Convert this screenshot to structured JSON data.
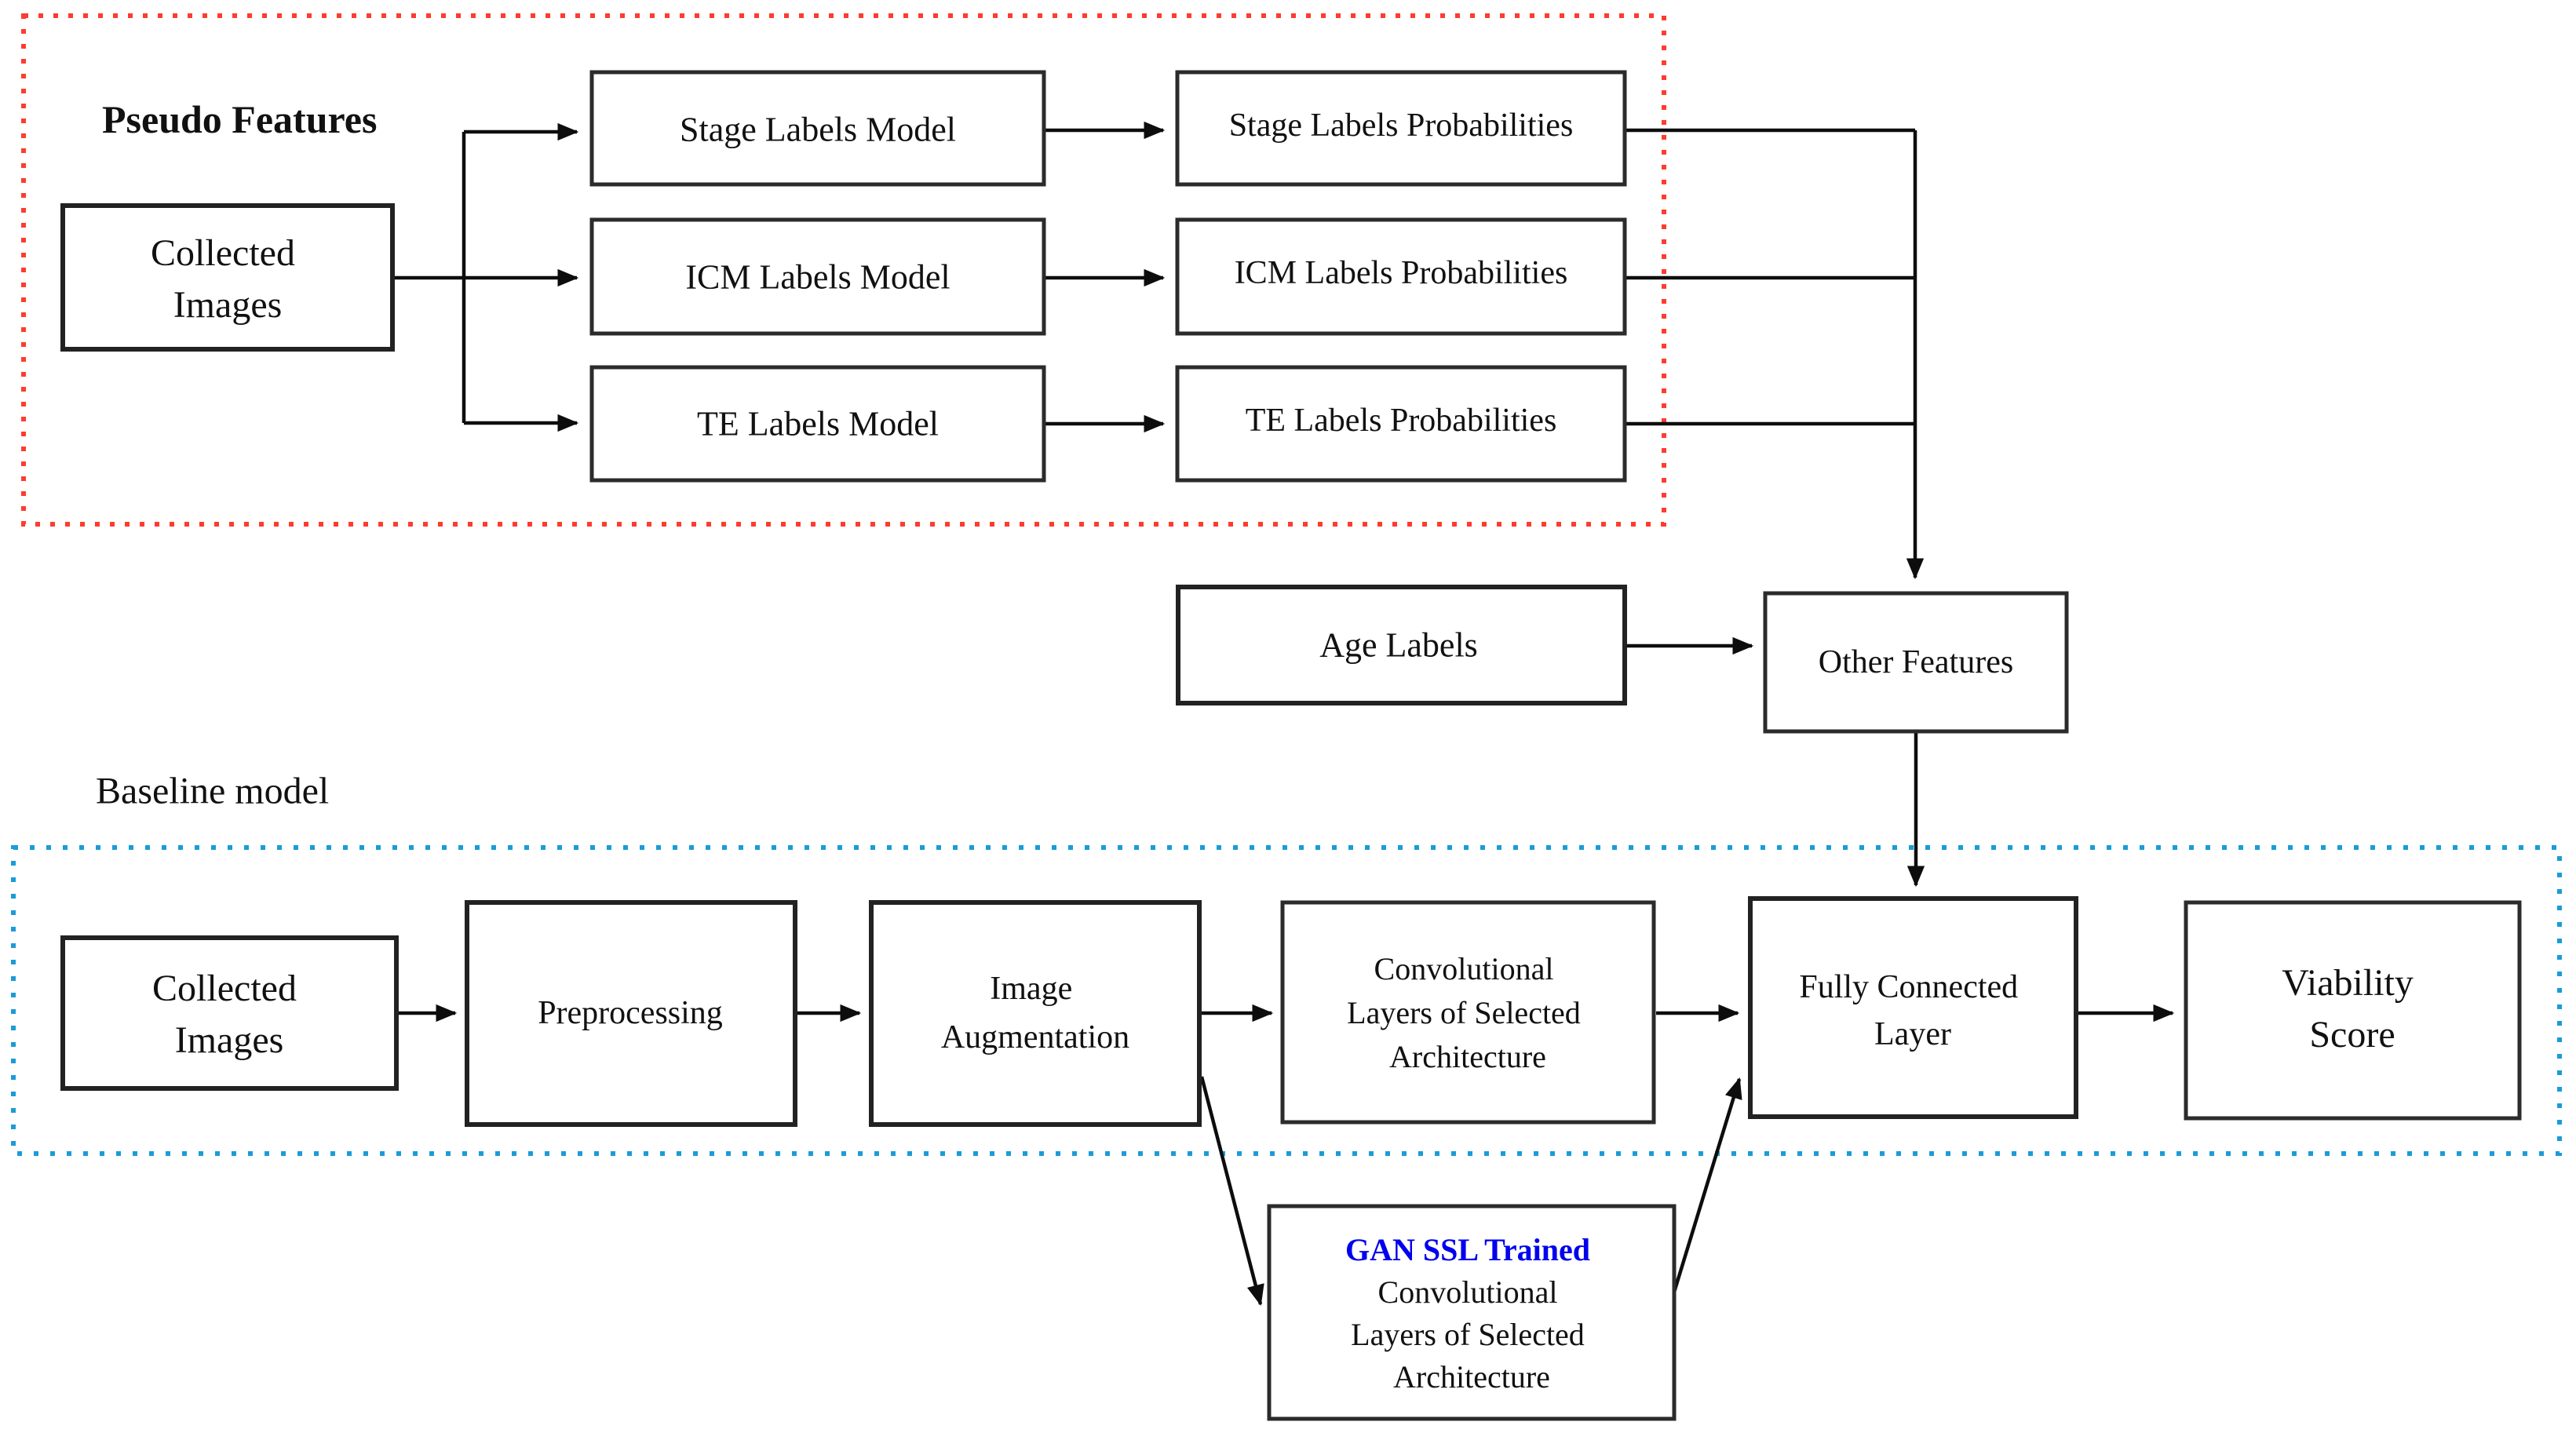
{
  "colors": {
    "pseudo_title": "#ff0000",
    "pseudo_border": "#ff3b30",
    "baseline_border": "#1a9cd8",
    "gan_highlight": "#0000ee",
    "box_border": "#2b2b2b",
    "arrow": "#0d0d0d",
    "text": "#111111",
    "background": "#ffffff"
  },
  "sections": {
    "pseudo": {
      "title": "Pseudo Features"
    },
    "baseline": {
      "title": "Baseline model"
    }
  },
  "nodes": {
    "collected_images_top": {
      "line1": "Collected",
      "line2": "Images"
    },
    "stage_labels_model": {
      "label": "Stage Labels Model"
    },
    "icm_labels_model": {
      "label": "ICM Labels Model"
    },
    "te_labels_model": {
      "label": "TE Labels Model"
    },
    "stage_labels_probabilities": {
      "label": "Stage Labels Probabilities"
    },
    "icm_labels_probabilities": {
      "label": "ICM Labels  Probabilities"
    },
    "te_labels_probabilities": {
      "label": "TE Labels  Probabilities"
    },
    "age_labels": {
      "label": "Age Labels"
    },
    "other_features": {
      "label": "Other  Features"
    },
    "collected_images_bottom": {
      "line1": "Collected",
      "line2": "Images"
    },
    "preprocessing": {
      "label": "Preprocessing"
    },
    "image_augmentation": {
      "line1": "Image",
      "line2": "Augmentation"
    },
    "conv_layers": {
      "line1": "Convolutional",
      "line2": "Layers of Selected",
      "line3": "Architecture"
    },
    "fully_connected": {
      "line1": "Fully Connected",
      "line2": "Layer"
    },
    "viability_score": {
      "line1": "Viability",
      "line2": "Score"
    },
    "gan_ssl": {
      "line1": "GAN SSL Trained",
      "line2": "Convolutional",
      "line3": "Layers of Selected",
      "line4": "Architecture"
    }
  }
}
